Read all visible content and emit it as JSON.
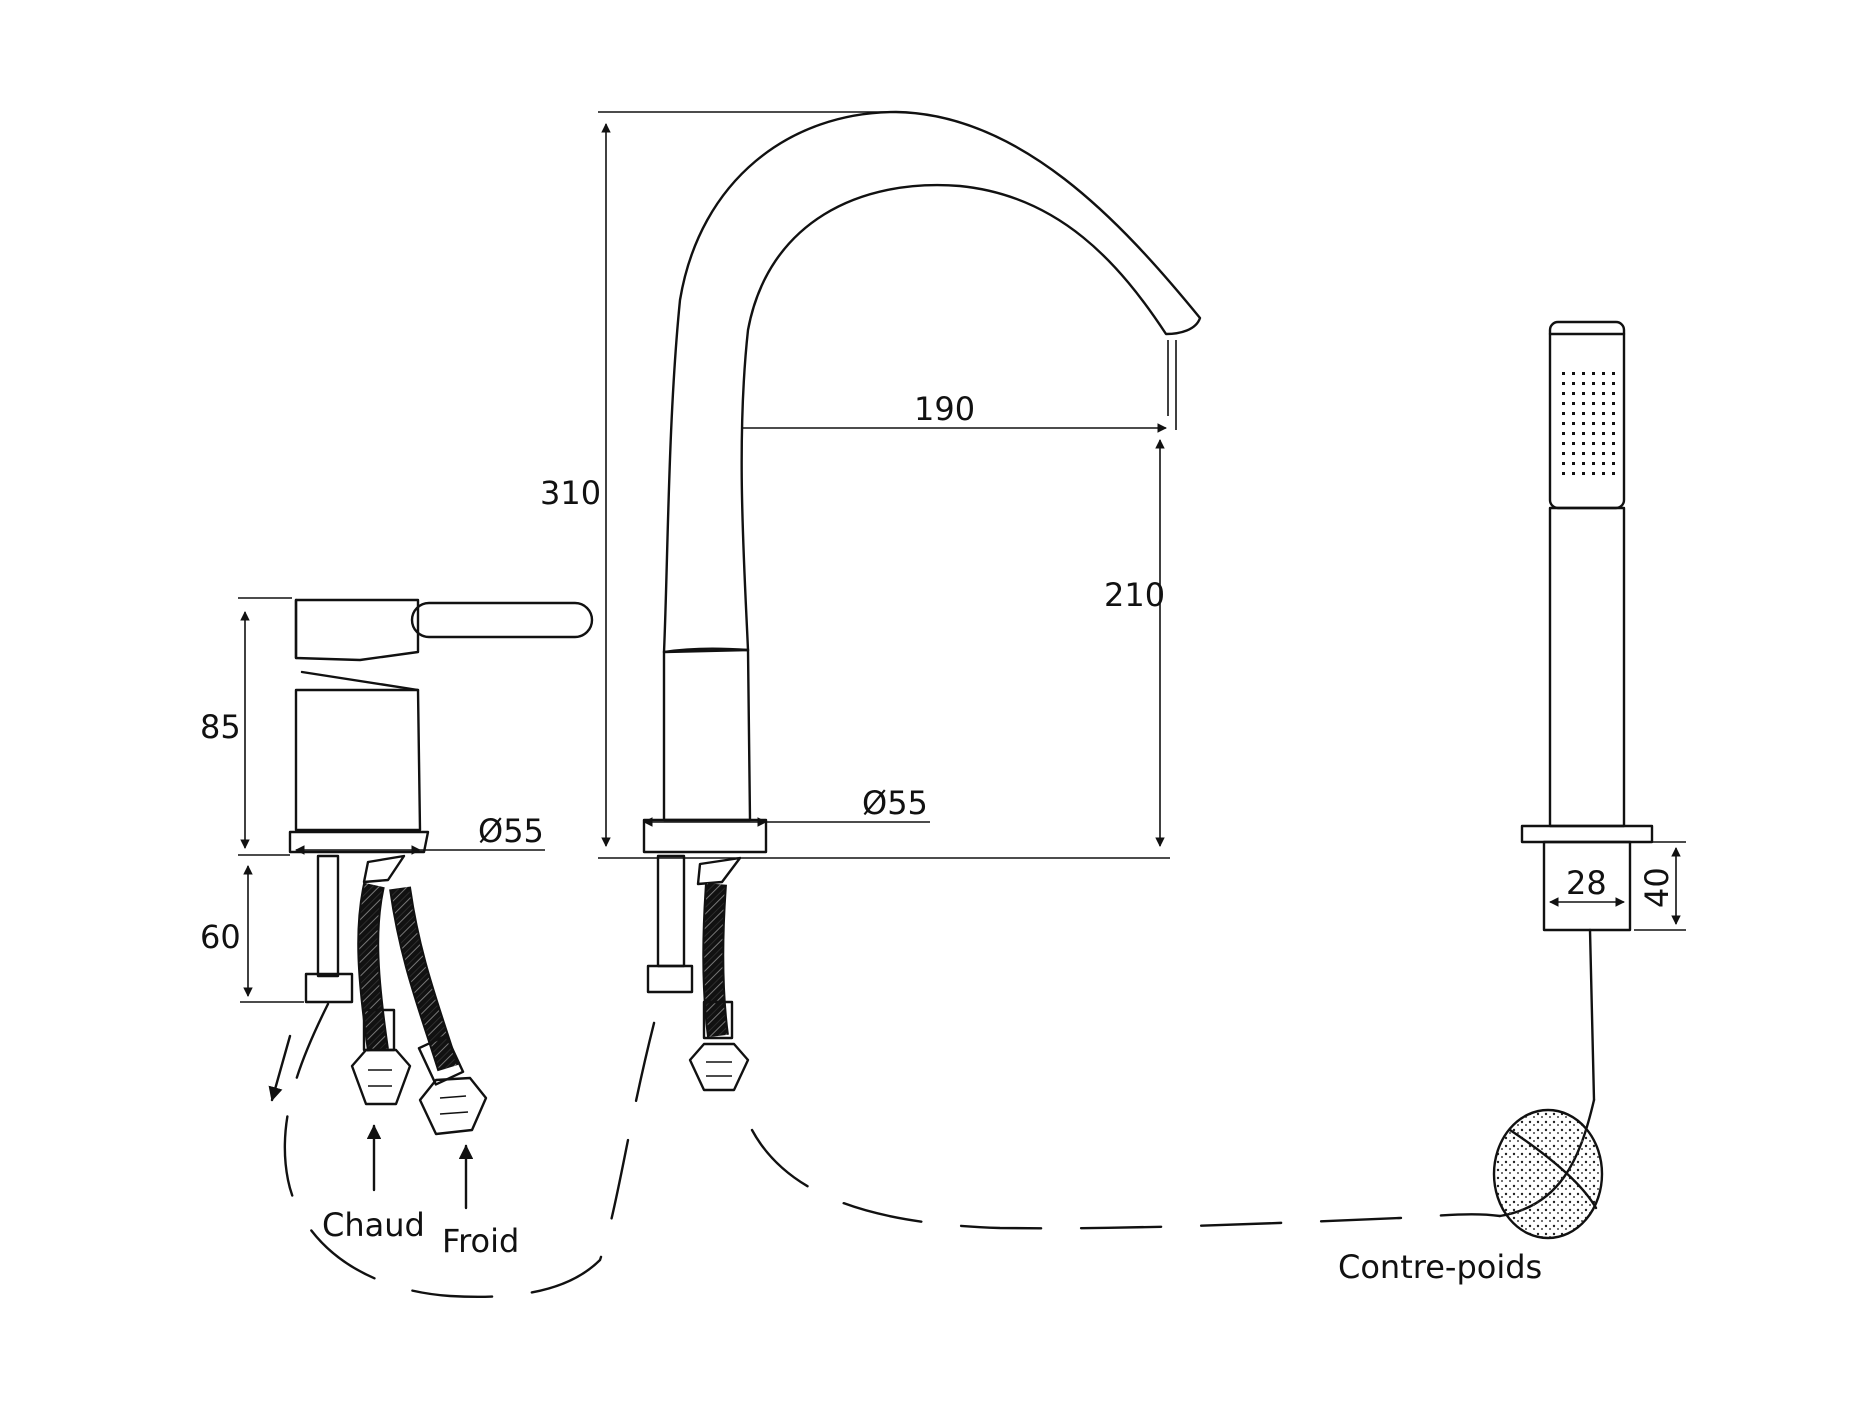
{
  "dimensions": {
    "height_total": "310",
    "reach": "190",
    "spout_height": "210",
    "mixer_height": "85",
    "mixer_shank": "60",
    "mixer_diameter": "Ø55",
    "spout_diameter": "Ø55",
    "shower_width": "28",
    "shower_base_height": "40"
  },
  "labels": {
    "hot": "Chaud",
    "cold": "Froid",
    "counterweight": "Contre-poids"
  }
}
